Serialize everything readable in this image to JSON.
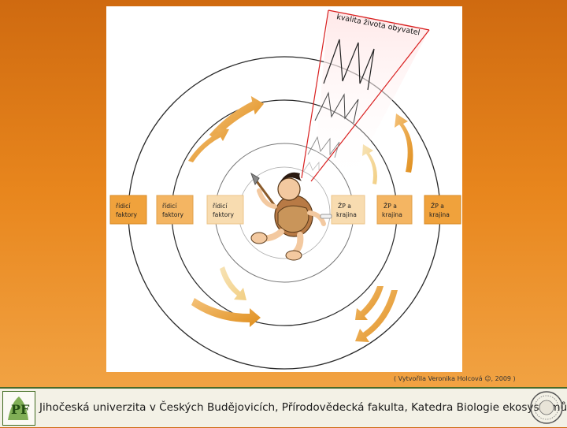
{
  "diagram": {
    "title": "kvalita života obyvatel",
    "left_boxes": [
      {
        "line1": "řídicí",
        "line2": "faktory"
      },
      {
        "line1": "řídicí",
        "line2": "faktory"
      },
      {
        "line1": "řídicí",
        "line2": "faktory"
      }
    ],
    "right_boxes": [
      {
        "line1": "ŽP a",
        "line2": "krajina"
      },
      {
        "line1": "ŽP a",
        "line2": "krajina"
      },
      {
        "line1": "ŽP a",
        "line2": "krajina"
      }
    ],
    "credit": "( Vytvořila Veronika Holcová ☺, 2009 )"
  },
  "footer": {
    "text": "Jihočeská univerzita v Českých Budějovicích, Přírodovědecká fakulta, Katedra Biologie ekosystémů"
  },
  "colors": {
    "background_top": "#cf6a10",
    "background_bottom": "#f3a84a",
    "box_fill": "#f0a23c",
    "arrow_fill": "#e9a238",
    "funnel_line": "#d92020"
  }
}
